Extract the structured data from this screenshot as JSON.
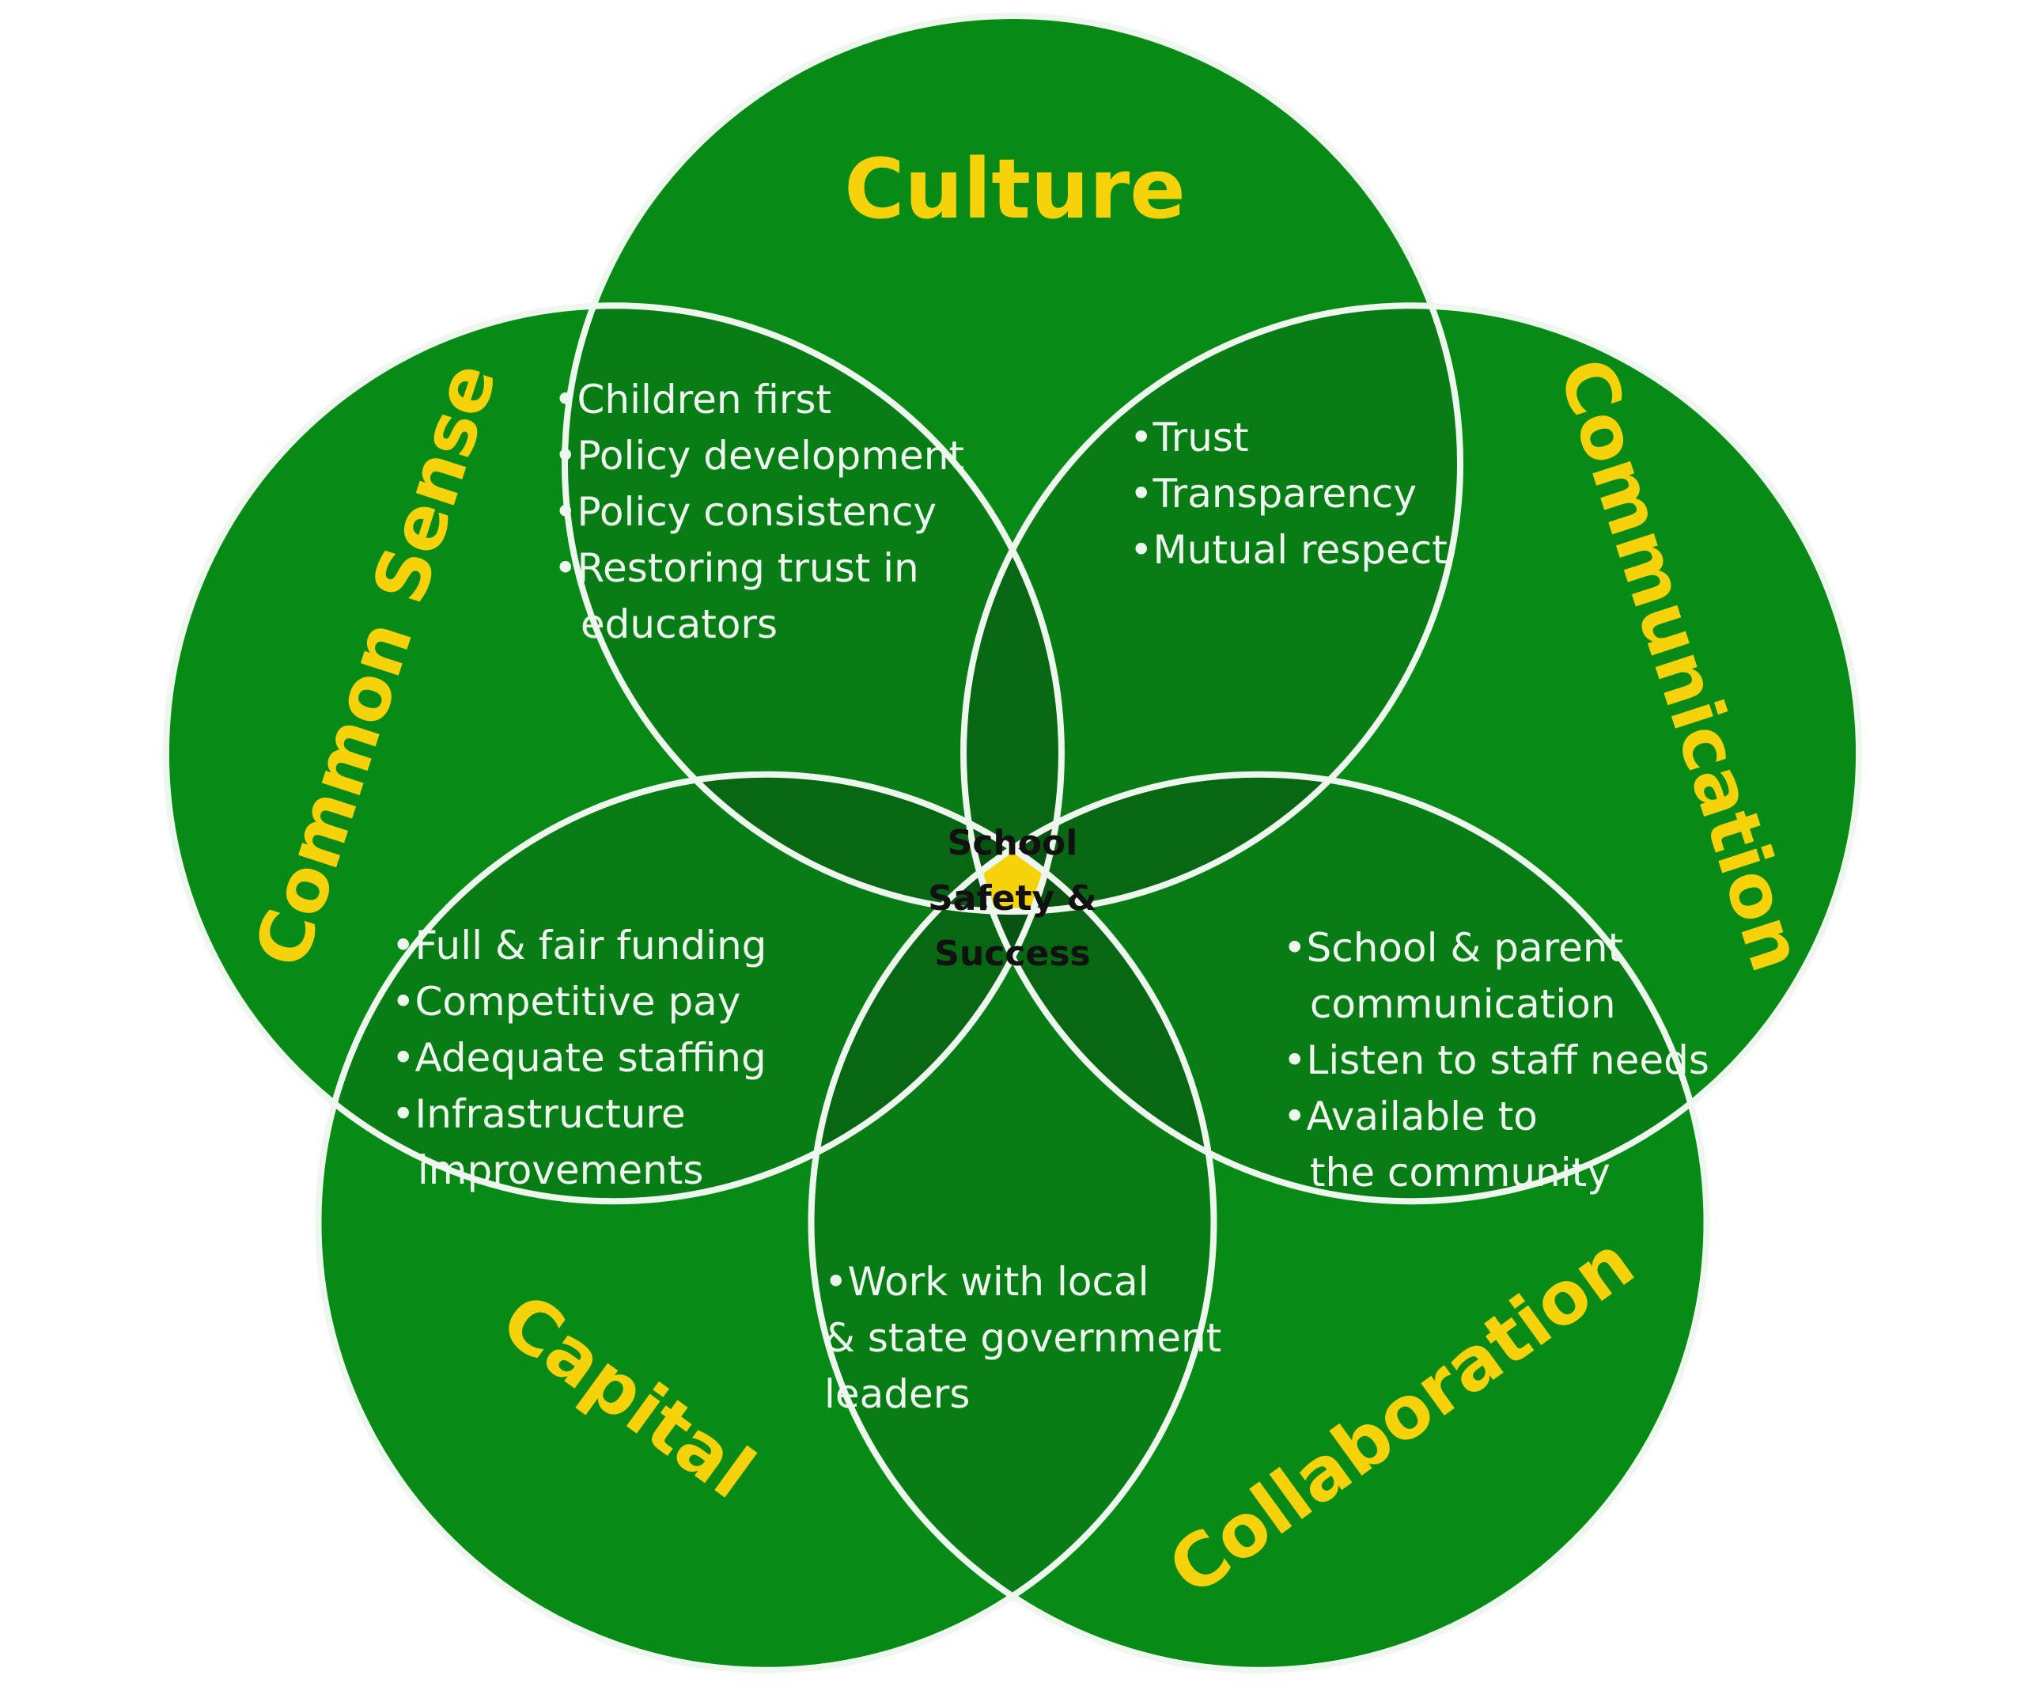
{
  "diagram": {
    "type": "five-set venn",
    "colors": {
      "circle_fill": "#088a16",
      "circle_stroke": "#eef7ee",
      "overlap_shade": "#0c3a10",
      "center_fill": "#f5d20a",
      "label_color": "#f5d20a",
      "item_text_color": "#eef7ee",
      "center_text_color": "#111111"
    },
    "sets": [
      {
        "id": "culture",
        "label": "Culture"
      },
      {
        "id": "communication",
        "label": "Communication"
      },
      {
        "id": "collaboration",
        "label": "Collaboration"
      },
      {
        "id": "capital",
        "label": "Capital"
      },
      {
        "id": "common_sense",
        "label": "Common Sense"
      }
    ],
    "overlaps": [
      {
        "between": [
          "common_sense",
          "culture"
        ],
        "items": [
          "•Children first",
          "•Policy development",
          "•Policy consistency",
          "•Restoring trust in",
          " educators"
        ]
      },
      {
        "between": [
          "culture",
          "communication"
        ],
        "items": [
          "•Trust",
          "•Transparency",
          "•Mutual respect"
        ]
      },
      {
        "between": [
          "communication",
          "collaboration"
        ],
        "items": [
          "•School & parent",
          " communication",
          "•Listen to staff needs",
          "•Available to",
          " the community"
        ]
      },
      {
        "between": [
          "collaboration",
          "capital"
        ],
        "items": [
          "•Work with local",
          "& state government",
          "leaders"
        ]
      },
      {
        "between": [
          "capital",
          "common_sense"
        ],
        "items": [
          "•Full & fair funding",
          "•Competitive pay",
          "•Adequate staffing",
          "•Infrastructure",
          " improvements"
        ]
      }
    ],
    "center": {
      "lines": [
        "School",
        "Safety &",
        "Success"
      ]
    }
  }
}
